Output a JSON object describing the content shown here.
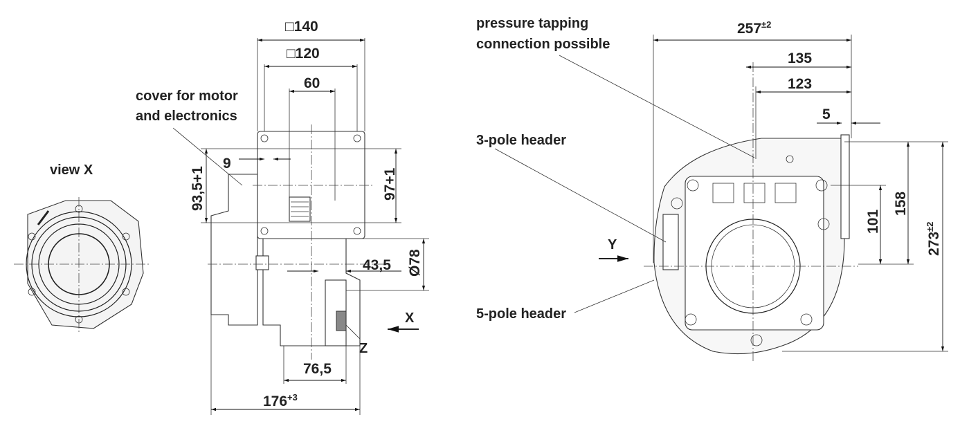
{
  "labels": {
    "view_x": "view X",
    "cover": [
      "cover for motor",
      "and electronics"
    ],
    "pressure": [
      "pressure tapping",
      "connection possible"
    ],
    "pole3": "3-pole header",
    "pole5": "5-pole header",
    "arrow_x": "X",
    "arrow_y": "Y",
    "detail_z": "Z"
  },
  "dims": {
    "sq140": "□140",
    "sq120": "□120",
    "d60": "60",
    "d9": "9",
    "d93_5": "93,5",
    "d93_5_tol": "+1",
    "d97": "97",
    "d97_tol": "+1",
    "d43_5": "43,5",
    "d78": "Ø78",
    "d76_5": "76,5",
    "d176": "176",
    "d176_tol": "+3",
    "d257": "257",
    "d257_tol": "±2",
    "d135": "135",
    "d123": "123",
    "d5": "5",
    "d101": "101",
    "d158": "158",
    "d273": "273",
    "d273_tol": "±2"
  }
}
